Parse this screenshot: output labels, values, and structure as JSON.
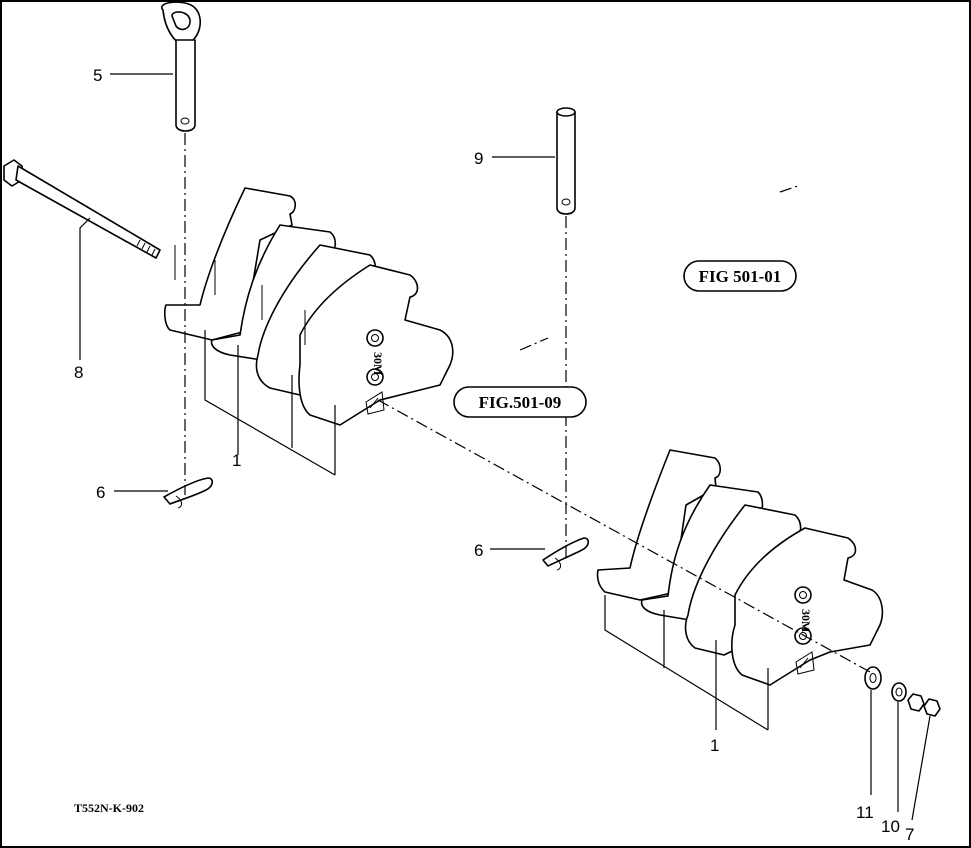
{
  "diagram": {
    "drawing_code": "T552N-K-902",
    "references": [
      "FIG 501-01",
      "FIG.501-09"
    ],
    "callouts": {
      "c5": "5",
      "c9": "9",
      "c8": "8",
      "c1a": "1",
      "c6a": "6",
      "c6b": "6",
      "c1b": "1",
      "c11": "11",
      "c10": "10",
      "c7": "7"
    }
  }
}
